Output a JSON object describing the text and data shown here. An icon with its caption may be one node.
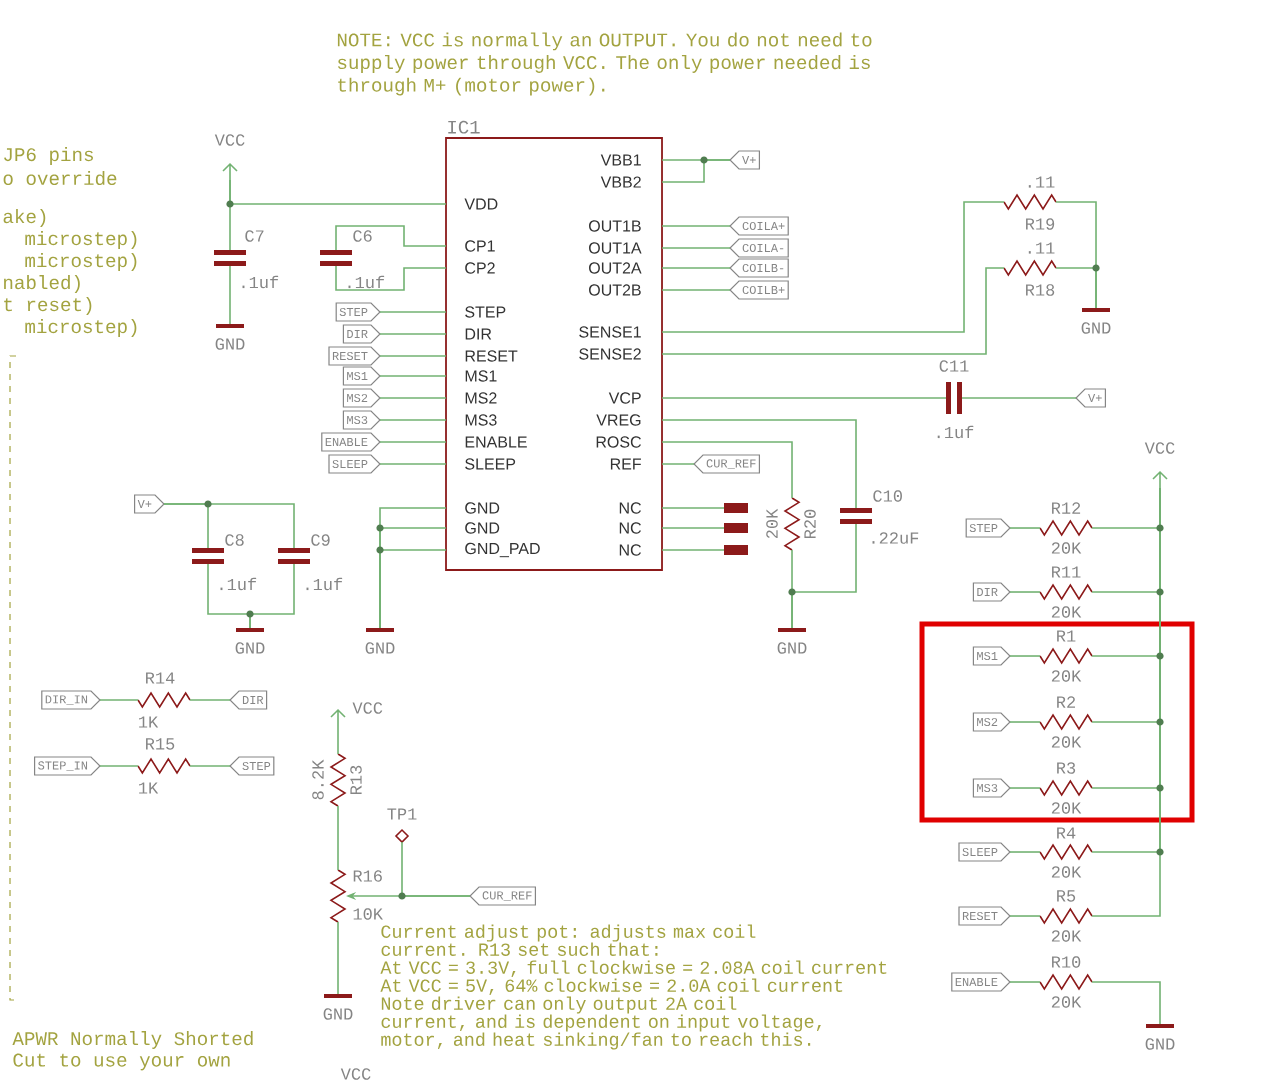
{
  "diagram": {
    "nodes": [
      {
        "text": [
          "IC1",
          "VDD",
          "CP1",
          "CP2",
          "STEP",
          "DIR",
          "RESET",
          "MS1",
          "MS2",
          "MS3",
          "ENABLE",
          "SLEEP",
          "GND",
          "GND",
          "GND_PAD",
          "VBB1",
          "VBB2",
          "OUT1B",
          "OUT1A",
          "OUT2A",
          "OUT2B",
          "SENSE1",
          "SENSE2",
          "VCP",
          "VREG",
          "ROSC",
          "REF",
          "NC",
          "NC",
          "NC"
        ]
      },
      {
        "text": [
          "STEP"
        ]
      },
      {
        "text": [
          "DIR"
        ]
      },
      {
        "text": [
          "RESET"
        ]
      },
      {
        "text": [
          "MS1"
        ]
      },
      {
        "text": [
          "MS2"
        ]
      },
      {
        "text": [
          "MS3"
        ]
      },
      {
        "text": [
          "ENABLE"
        ]
      },
      {
        "text": [
          "SLEEP"
        ]
      },
      {
        "text": [
          "VCC"
        ]
      },
      {
        "text": [
          "C7",
          ".1uf"
        ]
      },
      {
        "text": [
          "GND"
        ]
      },
      {
        "text": [
          "C6",
          ".1uf"
        ]
      },
      {
        "text": [
          "V+"
        ]
      },
      {
        "text": [
          "C8",
          ".1uf"
        ]
      },
      {
        "text": [
          "C9",
          ".1uf"
        ]
      },
      {
        "text": [
          "GND"
        ]
      },
      {
        "text": [
          "GND"
        ]
      },
      {
        "text": [
          "V+"
        ]
      },
      {
        "text": [
          "COILA+"
        ]
      },
      {
        "text": [
          "COILA-"
        ]
      },
      {
        "text": [
          "COILB-"
        ]
      },
      {
        "text": [
          "COILB+"
        ]
      },
      {
        "text": [
          ".11",
          "R19"
        ]
      },
      {
        "text": [
          ".11",
          "R18"
        ]
      },
      {
        "text": [
          "GND"
        ]
      },
      {
        "text": [
          "C11",
          ".1uf"
        ]
      },
      {
        "text": [
          "V+"
        ]
      },
      {
        "text": [
          "CUR_REF"
        ]
      },
      {
        "text": [],
        "shape": "bar"
      },
      {
        "text": [],
        "shape": "bar"
      },
      {
        "text": [],
        "shape": "bar"
      },
      {
        "text": [
          "R20",
          "20K"
        ]
      },
      {
        "text": [
          "C10",
          ".22uF"
        ]
      },
      {
        "text": [
          "GND"
        ]
      },
      {
        "text": [
          "VCC"
        ]
      },
      {
        "text": [
          "STEP"
        ]
      },
      {
        "text": [
          "R12",
          "20K"
        ]
      },
      {
        "text": [
          "DIR"
        ]
      },
      {
        "text": [
          "R11",
          "20K"
        ]
      },
      {
        "text": [],
        "shape": "box"
      },
      {
        "text": [
          "MS1"
        ],
        "in": 40
      },
      {
        "text": [
          "R1",
          "20K"
        ],
        "in": 40
      },
      {
        "text": [
          "MS2"
        ],
        "in": 40
      },
      {
        "text": [
          "R2",
          "20K"
        ],
        "in": 40
      },
      {
        "text": [
          "MS3"
        ],
        "in": 40
      },
      {
        "text": [
          "R3",
          "20K"
        ],
        "in": 40
      },
      {
        "text": [
          "SLEEP"
        ]
      },
      {
        "text": [
          "R4",
          "20K"
        ]
      },
      {
        "text": [
          "RESET"
        ]
      },
      {
        "text": [
          "R5",
          "20K"
        ]
      },
      {
        "text": [
          "ENABLE"
        ]
      },
      {
        "text": [
          "R10",
          "20K"
        ]
      },
      {
        "text": [
          "GND"
        ]
      },
      {
        "text": [
          "DIR_IN"
        ]
      },
      {
        "text": [
          "R14",
          "1K"
        ]
      },
      {
        "text": [
          "DIR"
        ]
      },
      {
        "text": [
          "STEP_IN"
        ]
      },
      {
        "text": [
          "R15",
          "1K"
        ]
      },
      {
        "text": [
          "STEP"
        ]
      },
      {
        "text": [
          "VCC"
        ]
      },
      {
        "text": [
          "R13",
          "8.2K"
        ]
      },
      {
        "text": [
          "R16",
          "10K"
        ]
      },
      {
        "text": [
          "TP1"
        ]
      },
      {
        "text": [
          "CUR_REF"
        ]
      },
      {
        "text": [
          "GND"
        ]
      }
    ],
    "edges": [
      {
        "from": 1,
        "to": 0,
        "arrow": "none"
      },
      {
        "from": 2,
        "to": 0,
        "arrow": "none"
      },
      {
        "from": 3,
        "to": 0,
        "arrow": "none"
      },
      {
        "from": 4,
        "to": 0,
        "arrow": "none"
      },
      {
        "from": 5,
        "to": 0,
        "arrow": "none"
      },
      {
        "from": 6,
        "to": 0,
        "arrow": "none"
      },
      {
        "from": 7,
        "to": 0,
        "arrow": "none"
      },
      {
        "from": 8,
        "to": 0,
        "arrow": "none"
      },
      {
        "from": 9,
        "to": 0,
        "arrow": "none"
      },
      {
        "from": 10,
        "to": 9,
        "arrow": "none"
      },
      {
        "from": 10,
        "to": 11,
        "arrow": "none"
      },
      {
        "from": 12,
        "to": 0,
        "arrow": "none"
      },
      {
        "from": 12,
        "to": 0,
        "arrow": "none"
      },
      {
        "from": 13,
        "to": 14,
        "arrow": "none"
      },
      {
        "from": 13,
        "to": 15,
        "arrow": "none"
      },
      {
        "from": 14,
        "to": 16,
        "arrow": "none"
      },
      {
        "from": 15,
        "to": 16,
        "arrow": "none"
      },
      {
        "from": 0,
        "to": 17,
        "arrow": "none"
      },
      {
        "from": 0,
        "to": 17,
        "arrow": "none"
      },
      {
        "from": 0,
        "to": 17,
        "arrow": "none"
      },
      {
        "from": 0,
        "to": 18,
        "arrow": "none"
      },
      {
        "from": 0,
        "to": 18,
        "arrow": "none"
      },
      {
        "from": 0,
        "to": 19,
        "arrow": "none"
      },
      {
        "from": 0,
        "to": 20,
        "arrow": "none"
      },
      {
        "from": 0,
        "to": 21,
        "arrow": "none"
      },
      {
        "from": 0,
        "to": 22,
        "arrow": "none"
      },
      {
        "from": 0,
        "to": 23,
        "arrow": "none"
      },
      {
        "from": 0,
        "to": 24,
        "arrow": "none"
      },
      {
        "from": 23,
        "to": 25,
        "arrow": "none"
      },
      {
        "from": 24,
        "to": 25,
        "arrow": "none"
      },
      {
        "from": 0,
        "to": 26,
        "arrow": "none"
      },
      {
        "from": 26,
        "to": 27,
        "arrow": "none"
      },
      {
        "from": 0,
        "to": 28,
        "arrow": "none"
      },
      {
        "from": 0,
        "to": 29,
        "arrow": "none"
      },
      {
        "from": 0,
        "to": 30,
        "arrow": "none"
      },
      {
        "from": 0,
        "to": 31,
        "arrow": "none"
      },
      {
        "from": 0,
        "to": 32,
        "arrow": "none"
      },
      {
        "from": 0,
        "to": 33,
        "arrow": "none"
      },
      {
        "from": 32,
        "to": 34,
        "arrow": "none"
      },
      {
        "from": 33,
        "to": 34,
        "arrow": "none"
      },
      {
        "from": 36,
        "to": 37,
        "arrow": "none"
      },
      {
        "from": 37,
        "to": 35,
        "arrow": "none"
      },
      {
        "from": 38,
        "to": 39,
        "arrow": "none"
      },
      {
        "from": 39,
        "to": 35,
        "arrow": "none"
      },
      {
        "from": 41,
        "to": 42,
        "arrow": "none"
      },
      {
        "from": 42,
        "to": 35,
        "arrow": "none"
      },
      {
        "from": 43,
        "to": 44,
        "arrow": "none"
      },
      {
        "from": 44,
        "to": 35,
        "arrow": "none"
      },
      {
        "from": 45,
        "to": 46,
        "arrow": "none"
      },
      {
        "from": 46,
        "to": 35,
        "arrow": "none"
      },
      {
        "from": 47,
        "to": 48,
        "arrow": "none"
      },
      {
        "from": 48,
        "to": 35,
        "arrow": "none"
      },
      {
        "from": 49,
        "to": 50,
        "arrow": "none"
      },
      {
        "from": 50,
        "to": 35,
        "arrow": "none"
      },
      {
        "from": 51,
        "to": 52,
        "arrow": "none"
      },
      {
        "from": 52,
        "to": 53,
        "arrow": "none"
      },
      {
        "from": 54,
        "to": 55,
        "arrow": "none"
      },
      {
        "from": 55,
        "to": 56,
        "arrow": "none"
      },
      {
        "from": 57,
        "to": 58,
        "arrow": "none"
      },
      {
        "from": 58,
        "to": 59,
        "arrow": "none"
      },
      {
        "from": 60,
        "to": 61,
        "arrow": "none"
      },
      {
        "from": 61,
        "to": 62,
        "arrow": "none"
      },
      {
        "from": 62,
        "to": 65,
        "arrow": "none"
      },
      {
        "from": 63,
        "to": 64,
        "arrow": "none"
      },
      {
        "from": 64,
        "to": 62,
        "arrow": "to"
      }
    ],
    "labels": [
      "NOTE: VCC is normally an OUTPUT. You do not need to supply power through VCC. The only power needed is through M+ (motor power).",
      "JP6 pins",
      "o override",
      "ake)",
      "microstep)",
      "microstep)",
      "nabled)",
      "t reset)",
      "microstep)",
      "Current adjust pot: adjusts max coil current. R13 set such that:",
      "At VCC = 3.3V, full clockwise = 2.08A coil current",
      "At VCC = 5V, 64% clockwise = 2.0A coil current",
      "Note driver can only output 2A coil current, and is dependent on input voltage, motor, and heat sinking/fan to reach this.",
      "APWR Normally Shorted",
      "Cut to use your own",
      "VCC"
    ]
  }
}
